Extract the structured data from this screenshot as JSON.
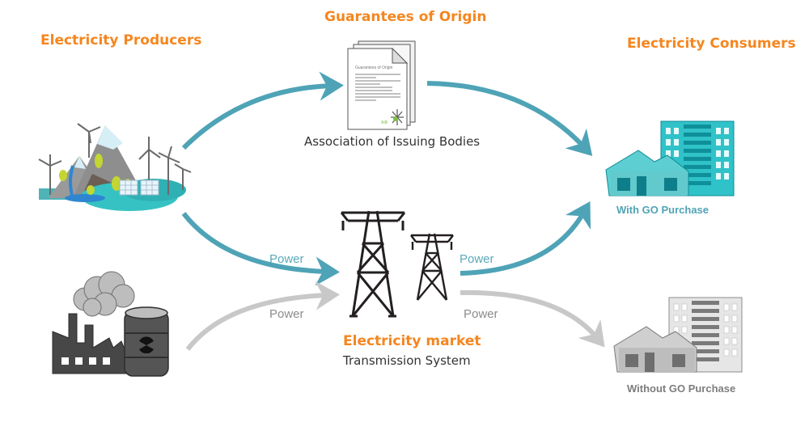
{
  "headings": {
    "producers": "Electricity Producers",
    "guarantees": "Guarantees of Origin",
    "consumers": "Electricity Consumers",
    "market": "Electricity market"
  },
  "subtitles": {
    "issuing_body": "Association of Issuing Bodies",
    "transmission": "Transmission System"
  },
  "flow_labels": {
    "power_in_green": "Power",
    "power_in_gray": "Power",
    "power_out_green": "Power",
    "power_out_gray": "Power"
  },
  "consumers": {
    "with_go": "With GO Purchase",
    "without_go": "Without GO Purchase"
  },
  "document": {
    "title": "Guarantees of Origin",
    "logo_text": "AIB"
  },
  "colors": {
    "accent_orange": "#f5861f",
    "teal": "#4fa3b6",
    "gray": "#c8c8c8"
  }
}
